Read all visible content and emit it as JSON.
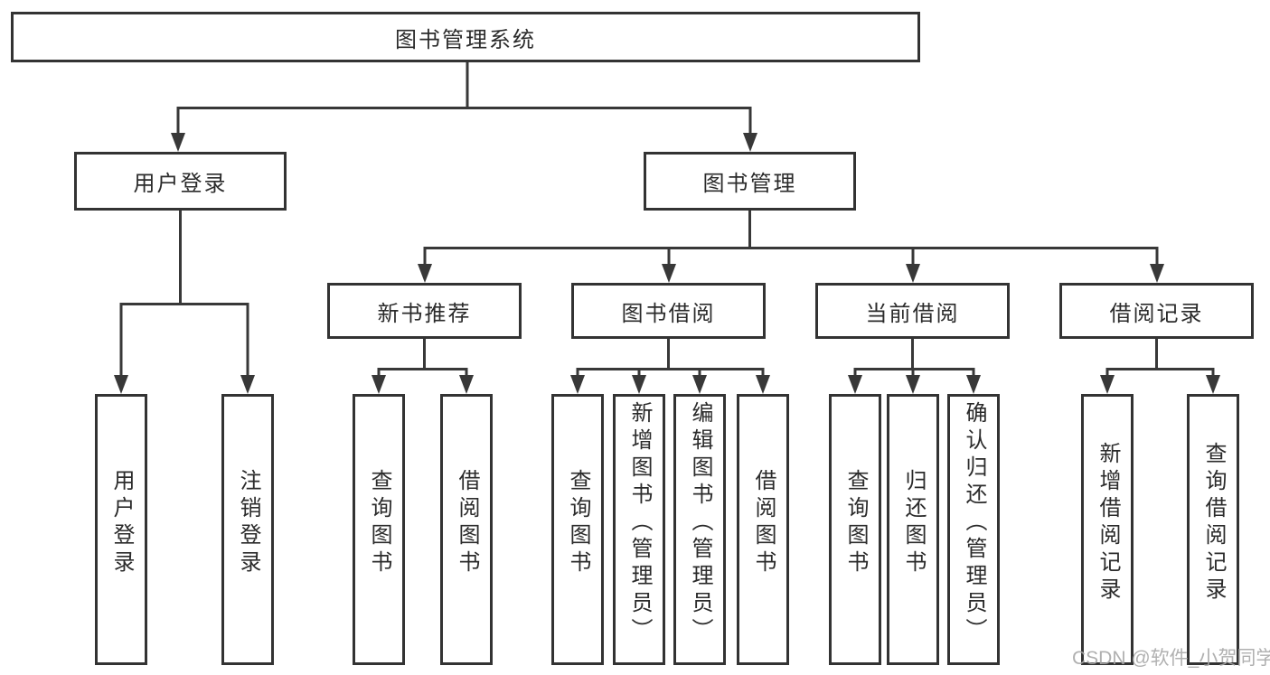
{
  "diagram": {
    "type": "hierarchy-tree",
    "watermark": "CSDN @软件_小贺同学",
    "colors": {
      "background": "#ffffff",
      "line": "#383838",
      "box_border": "#333333",
      "text": "#2b2b2b",
      "watermark": "#a8a8a8"
    },
    "nodes": {
      "root": "图书管理系统",
      "user_login": "用户登录",
      "book_mgmt": "图书管理",
      "new_book_rec": "新书推荐",
      "book_borrow": "图书借阅",
      "current_borrow": "当前借阅",
      "borrow_records": "借阅记录",
      "leaf_user_login": "用户登录",
      "leaf_logout": "注销登录",
      "leaf_nb_query": "查询图书",
      "leaf_nb_borrow": "借阅图书",
      "leaf_bb_query": "查询图书",
      "leaf_bb_add": "新增图书（管理员）",
      "leaf_bb_edit": "编辑图书（管理员）",
      "leaf_bb_borrow": "借阅图书",
      "leaf_cb_query": "查询图书",
      "leaf_cb_return": "归还图书",
      "leaf_cb_confirm": "确认归还（管理员）",
      "leaf_br_add": "新增借阅记录",
      "leaf_br_query": "查询借阅记录"
    },
    "tree": [
      {
        "parent": "图书管理系统",
        "children": [
          "用户登录",
          "图书管理"
        ]
      },
      {
        "parent": "用户登录",
        "children": [
          "用户登录",
          "注销登录"
        ]
      },
      {
        "parent": "图书管理",
        "children": [
          "新书推荐",
          "图书借阅",
          "当前借阅",
          "借阅记录"
        ]
      },
      {
        "parent": "新书推荐",
        "children": [
          "查询图书",
          "借阅图书"
        ]
      },
      {
        "parent": "图书借阅",
        "children": [
          "查询图书",
          "新增图书（管理员）",
          "编辑图书（管理员）",
          "借阅图书"
        ]
      },
      {
        "parent": "当前借阅",
        "children": [
          "查询图书",
          "归还图书",
          "确认归还（管理员）"
        ]
      },
      {
        "parent": "借阅记录",
        "children": [
          "新增借阅记录",
          "查询借阅记录"
        ]
      }
    ]
  }
}
